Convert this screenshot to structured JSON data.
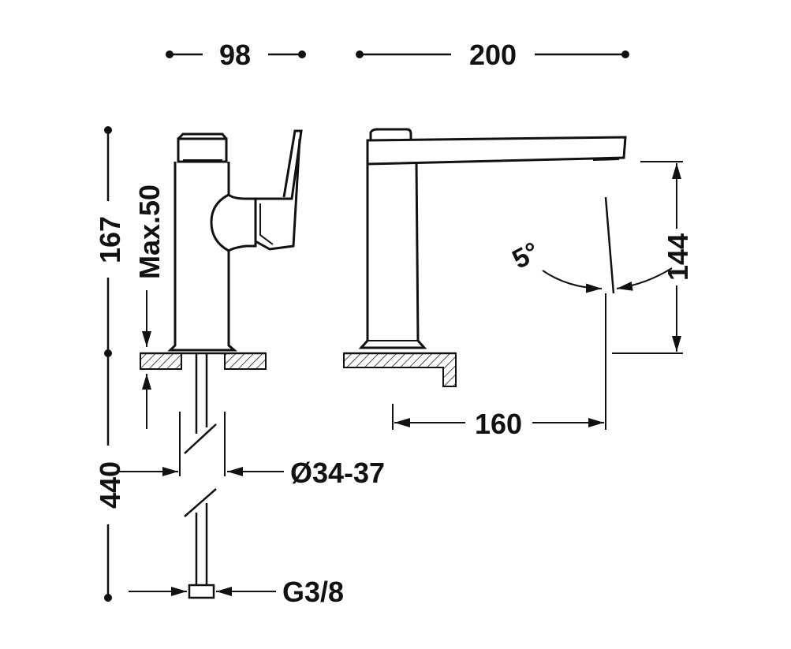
{
  "colors": {
    "ink": "#111111",
    "background": "#ffffff"
  },
  "dimensions": {
    "top_width_side": "98",
    "top_width_front": "200",
    "height_total": "167",
    "max_deck": "Max.50",
    "hose_length": "440",
    "hole_diameter": "Ø34-37",
    "connection": "G3/8",
    "spout_reach": "160",
    "spout_height": "144",
    "angle": "5°"
  }
}
